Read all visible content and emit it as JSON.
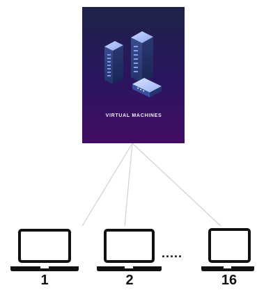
{
  "server_card": {
    "caption": "VIRTUAL MACHINES"
  },
  "clients": [
    {
      "label": "1"
    },
    {
      "label": "2"
    },
    {
      "label": "16"
    }
  ],
  "gap_marker": {
    "text": "....."
  },
  "colors": {
    "card_top": "#1e2248",
    "card_bottom": "#420c63",
    "connector": "#cfcfcf",
    "laptop_stroke": "#111111",
    "caption_text": "#f1eefe",
    "label_text": "#111111"
  }
}
